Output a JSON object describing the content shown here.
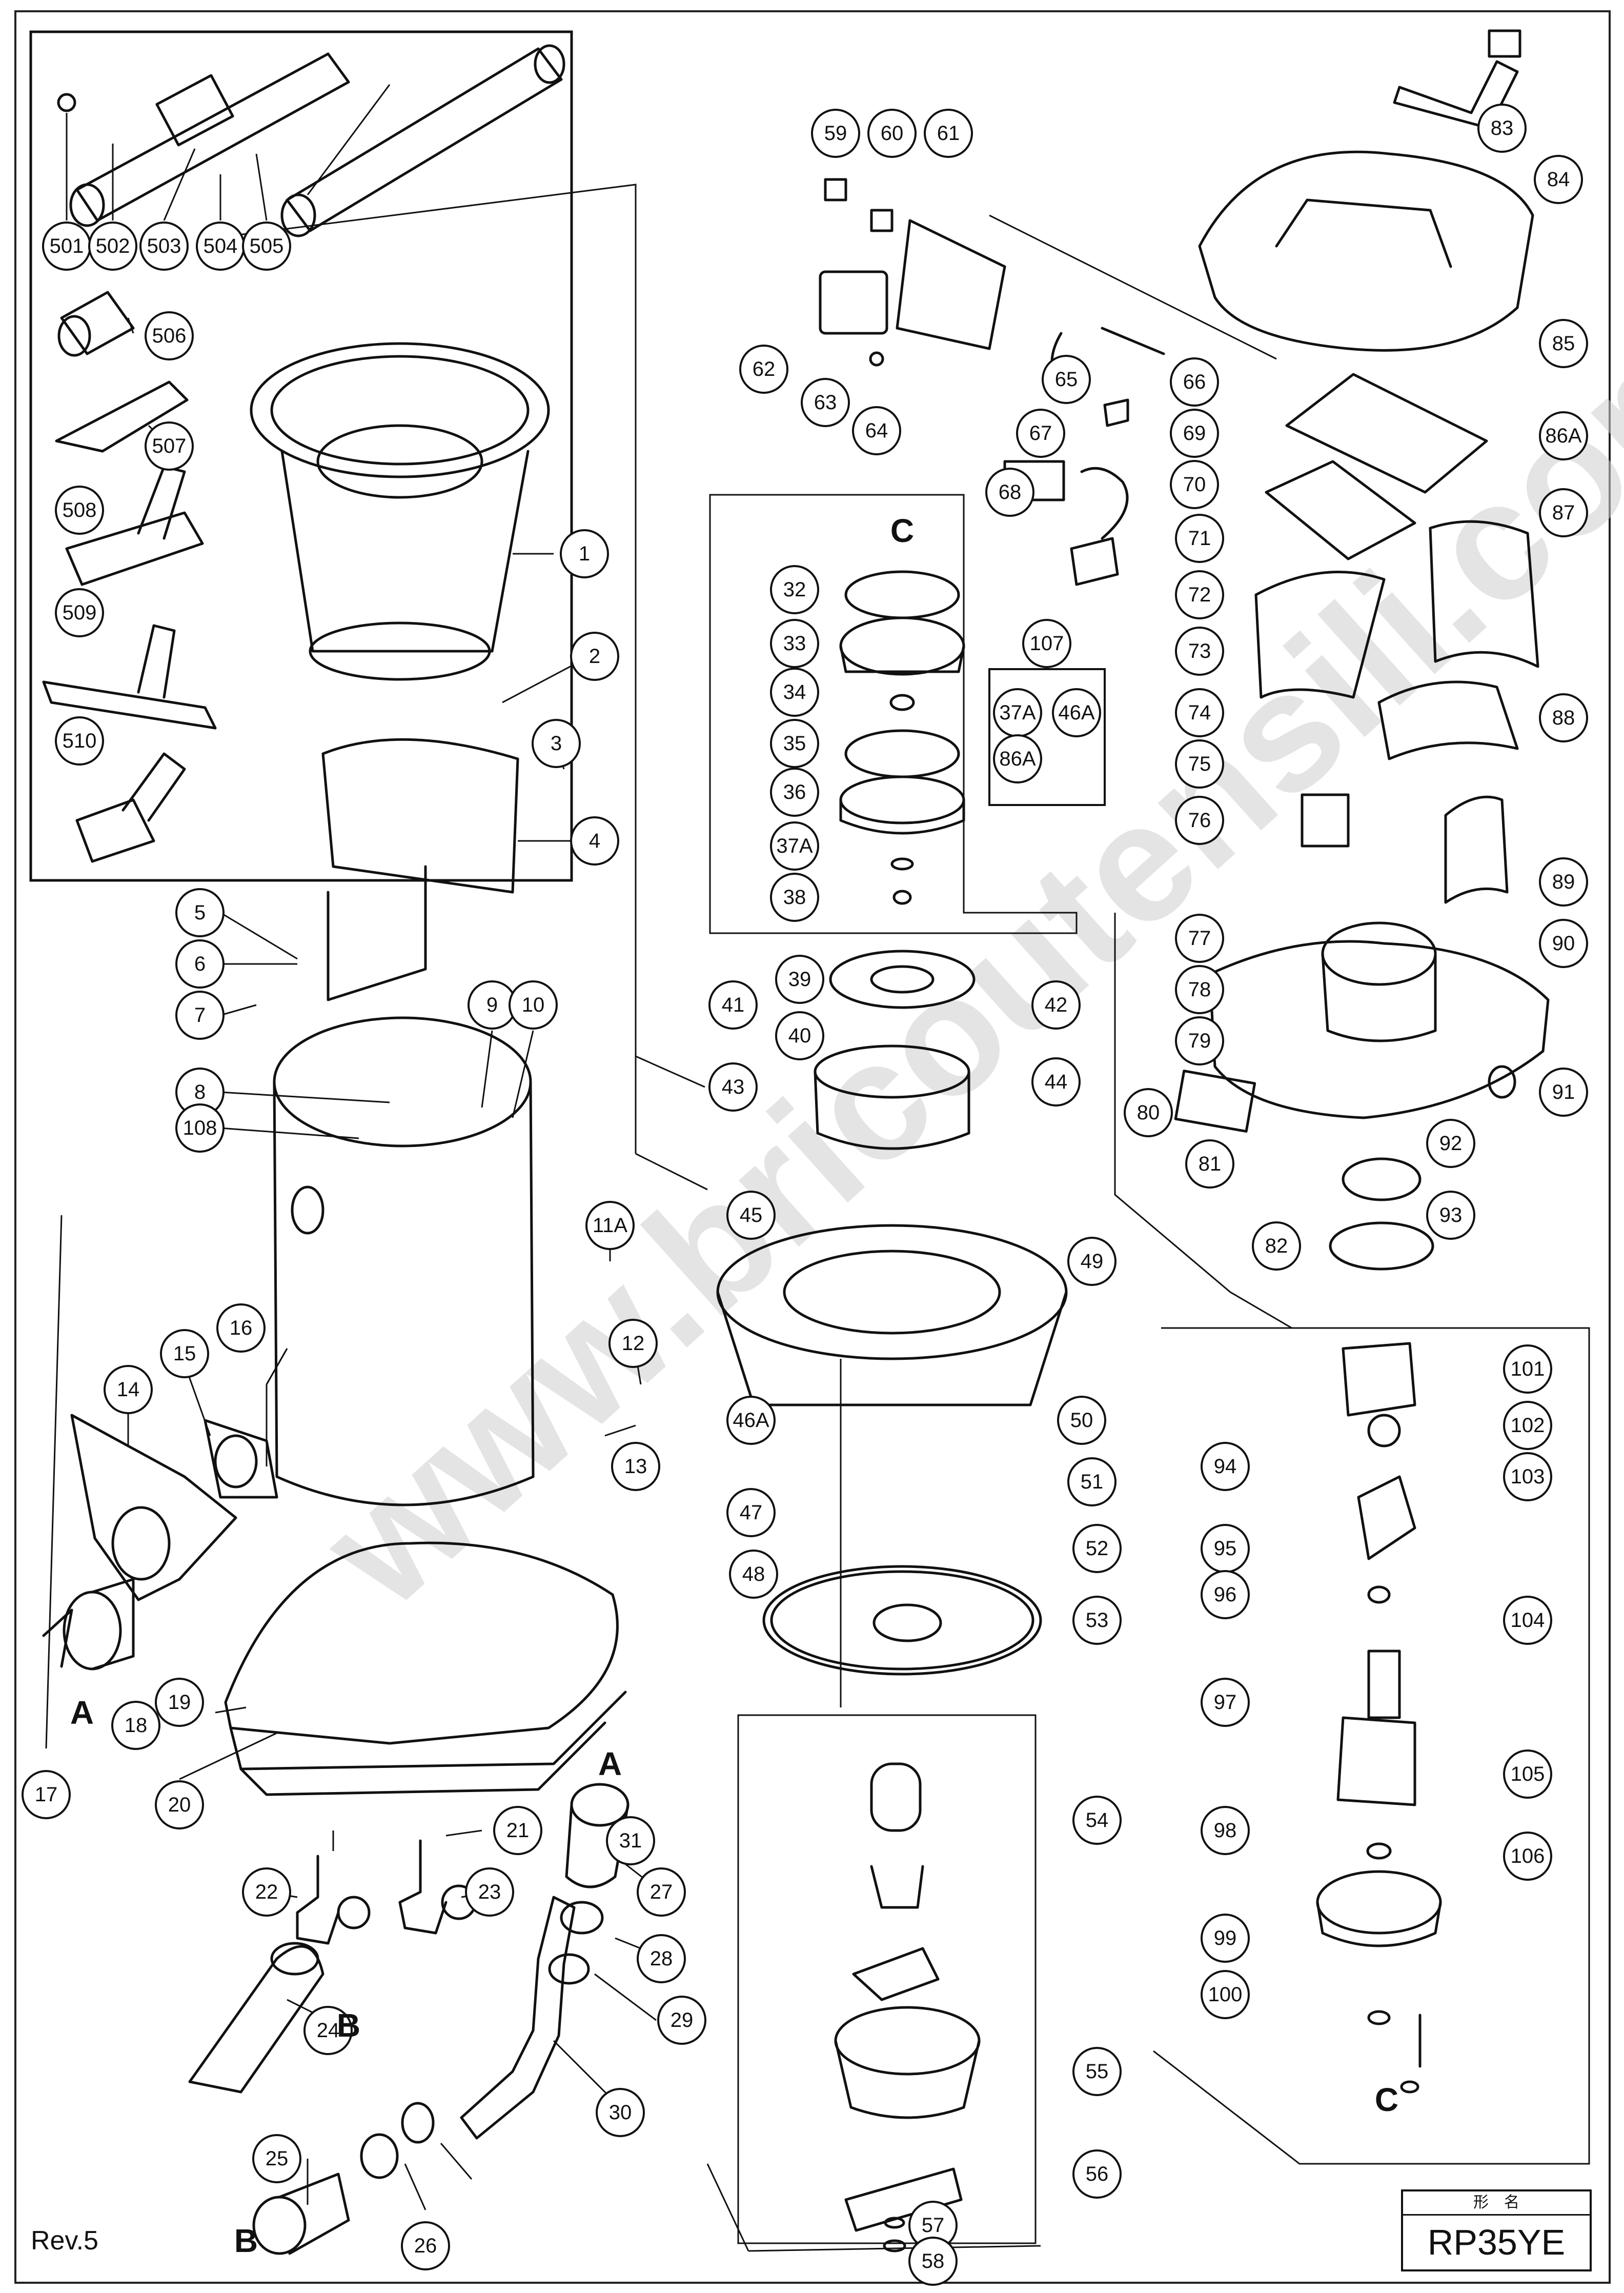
{
  "revision": "Rev.5",
  "model": {
    "header": "形　名",
    "name": "RP35YE"
  },
  "watermark": "www.bricoutensili.com",
  "reference_letters": [
    "A",
    "A",
    "B",
    "B",
    "C",
    "C"
  ],
  "group_107": [
    "107",
    "37A",
    "46A",
    "86A"
  ],
  "parts": [
    "501",
    "502",
    "503",
    "504",
    "505",
    "506",
    "507",
    "508",
    "509",
    "510",
    "1",
    "2",
    "3",
    "4",
    "5",
    "6",
    "7",
    "8",
    "9",
    "10",
    "108",
    "11A",
    "12",
    "13",
    "14",
    "15",
    "16",
    "17",
    "18",
    "19",
    "20",
    "21",
    "22",
    "23",
    "24",
    "25",
    "26",
    "27",
    "28",
    "29",
    "30",
    "31",
    "32",
    "33",
    "34",
    "35",
    "36",
    "37A",
    "38",
    "39",
    "40",
    "41",
    "42",
    "43",
    "44",
    "45",
    "46A",
    "47",
    "48",
    "49",
    "50",
    "51",
    "52",
    "53",
    "54",
    "55",
    "56",
    "57",
    "58",
    "59",
    "60",
    "61",
    "62",
    "63",
    "64",
    "65",
    "66",
    "67",
    "68",
    "69",
    "70",
    "71",
    "72",
    "73",
    "74",
    "75",
    "76",
    "77",
    "78",
    "79",
    "80",
    "81",
    "82",
    "83",
    "84",
    "85",
    "86A",
    "87",
    "88",
    "89",
    "90",
    "91",
    "92",
    "93",
    "94",
    "95",
    "96",
    "97",
    "98",
    "99",
    "100",
    "101",
    "102",
    "103",
    "104",
    "105",
    "106"
  ]
}
